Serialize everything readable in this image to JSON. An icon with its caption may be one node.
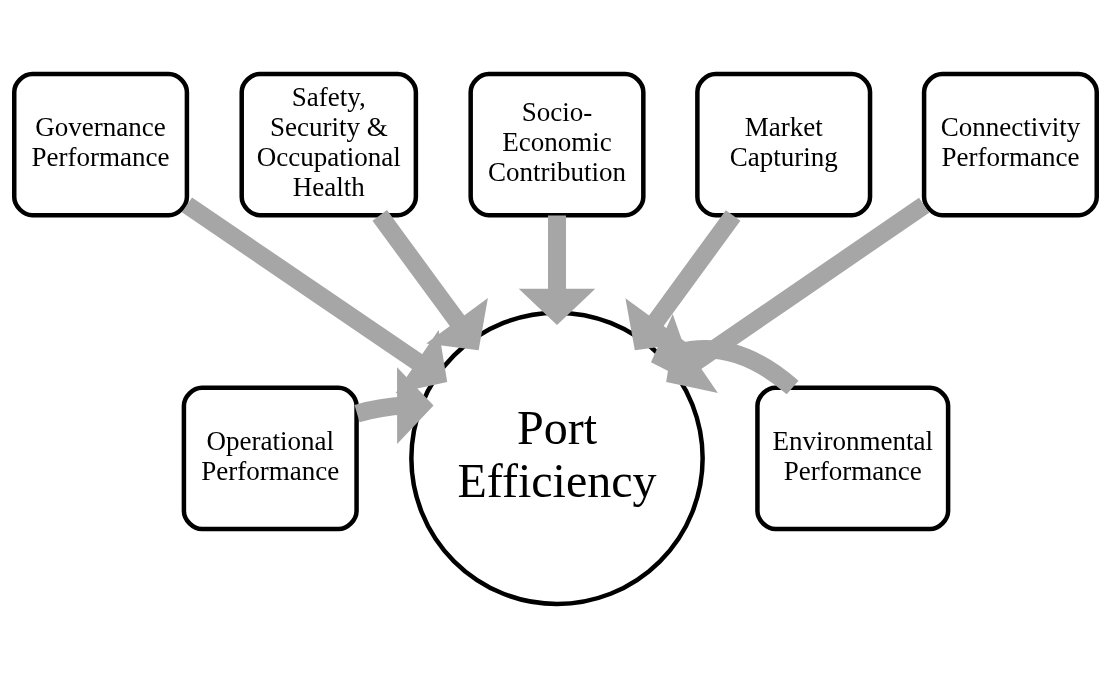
{
  "diagram": {
    "nodes": [
      {
        "text": [
          "Operational Performance"
        ]
      },
      {
        "text": [
          "Governance Performance"
        ]
      },
      {
        "text": [
          "Safety, Security & Occupational Health"
        ]
      },
      {
        "text": [
          "Socio- Economic Contribution"
        ]
      },
      {
        "text": [
          "Market Capturing"
        ]
      },
      {
        "text": [
          "Connectivity Performance"
        ]
      },
      {
        "text": [
          "Environmental Performance"
        ]
      },
      {
        "text": [
          "Port Efficiency"
        ]
      }
    ],
    "edges": [
      {
        "from": 0,
        "to": 7,
        "arrow": "to"
      },
      {
        "from": 1,
        "to": 7,
        "arrow": "to"
      },
      {
        "from": 2,
        "to": 7,
        "arrow": "to"
      },
      {
        "from": 3,
        "to": 7,
        "arrow": "to"
      },
      {
        "from": 4,
        "to": 7,
        "arrow": "to"
      },
      {
        "from": 5,
        "to": 7,
        "arrow": "to"
      },
      {
        "from": 6,
        "to": 7,
        "arrow": "to"
      }
    ]
  }
}
